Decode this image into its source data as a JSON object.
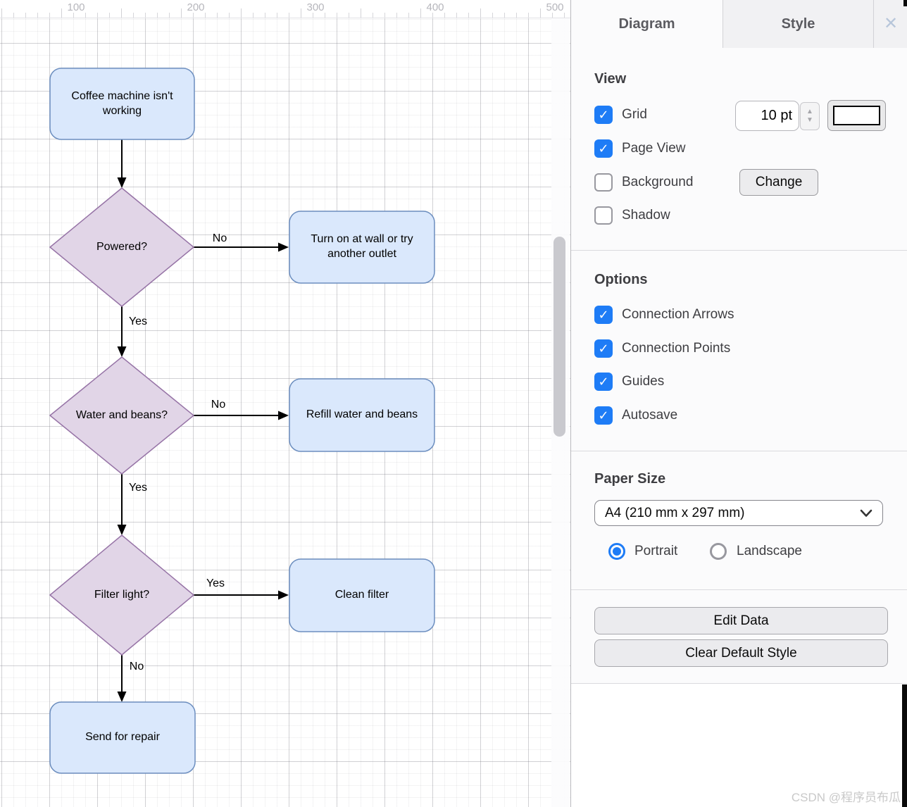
{
  "ruler": {
    "marks": [
      "100",
      "200",
      "300",
      "400",
      "500"
    ]
  },
  "canvas": {
    "nodes": [
      {
        "id": "start",
        "type": "rounded",
        "label": "Coffee machine isn't working"
      },
      {
        "id": "powered",
        "type": "decision",
        "label": "Powered?"
      },
      {
        "id": "turn-on",
        "type": "rounded",
        "label": "Turn on at wall or try another outlet"
      },
      {
        "id": "water-beans",
        "type": "decision",
        "label": "Water and beans?"
      },
      {
        "id": "refill",
        "type": "rounded",
        "label": "Refill water and beans"
      },
      {
        "id": "filter-light",
        "type": "decision",
        "label": "Filter light?"
      },
      {
        "id": "clean-filter",
        "type": "rounded",
        "label": "Clean filter"
      },
      {
        "id": "send-repair",
        "type": "rounded",
        "label": "Send for repair"
      }
    ],
    "edges": [
      {
        "from": "start",
        "to": "powered",
        "label": ""
      },
      {
        "from": "powered",
        "to": "turn-on",
        "label": "No"
      },
      {
        "from": "powered",
        "to": "water-beans",
        "label": "Yes"
      },
      {
        "from": "water-beans",
        "to": "refill",
        "label": "No"
      },
      {
        "from": "water-beans",
        "to": "filter-light",
        "label": "Yes"
      },
      {
        "from": "filter-light",
        "to": "clean-filter",
        "label": "Yes"
      },
      {
        "from": "filter-light",
        "to": "send-repair",
        "label": "No"
      }
    ],
    "colors": {
      "process_fill": "#dae8fc",
      "process_stroke": "#6c8ebf",
      "decision_fill": "#e1d5e7",
      "decision_stroke": "#9673a6"
    }
  },
  "panel": {
    "tabs": {
      "diagram": "Diagram",
      "style": "Style"
    },
    "close_icon": "✕",
    "view": {
      "heading": "View",
      "grid": {
        "label": "Grid",
        "checked": true,
        "size_value": "10 pt",
        "swatch_color": "#ffffff"
      },
      "page_view": {
        "label": "Page View",
        "checked": true
      },
      "background": {
        "label": "Background",
        "checked": false,
        "change_button": "Change"
      },
      "shadow": {
        "label": "Shadow",
        "checked": false
      }
    },
    "options": {
      "heading": "Options",
      "connection_arrows": {
        "label": "Connection Arrows",
        "checked": true
      },
      "connection_points": {
        "label": "Connection Points",
        "checked": true
      },
      "guides": {
        "label": "Guides",
        "checked": true
      },
      "autosave": {
        "label": "Autosave",
        "checked": true
      }
    },
    "paper": {
      "heading": "Paper Size",
      "selected_size": "A4 (210 mm x 297 mm)",
      "portrait_label": "Portrait",
      "landscape_label": "Landscape",
      "orientation": "Portrait"
    },
    "actions": {
      "edit_data": "Edit Data",
      "clear_default_style": "Clear Default Style"
    },
    "accent_color": "#1e7cf6"
  },
  "watermark": "CSDN @程序员布瓜"
}
